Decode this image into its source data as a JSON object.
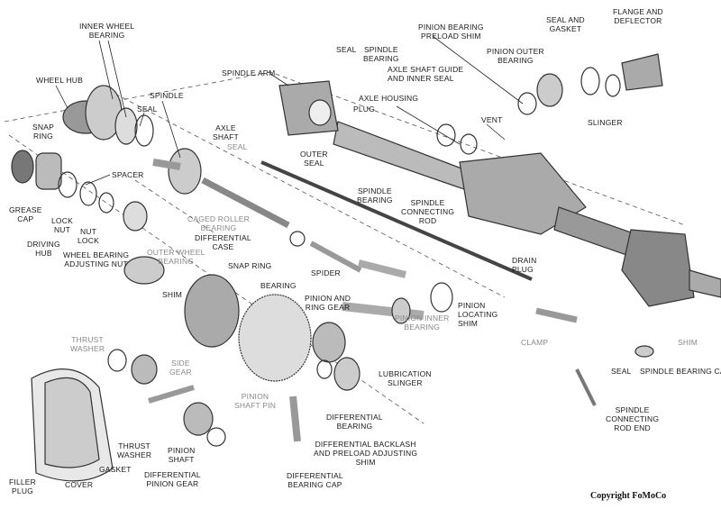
{
  "labels": {
    "inner_wheel_bearing": "INNER WHEEL\nBEARING",
    "wheel_hub": "WHEEL HUB",
    "spindle": "SPINDLE",
    "seal_hub": "SEAL",
    "snap_ring_hub": "SNAP\nRING",
    "spacer": "SPACER",
    "grease_cap": "GREASE\nCAP",
    "lock_nut": "LOCK\nNUT",
    "nut_lock": "NUT\nLOCK",
    "driving_hub": "DRIVING\nHUB",
    "wheel_bearing_adjusting_nut": "WHEEL BEARING\nADJUSTING NUT",
    "outer_wheel_bearing": "OUTER WHEEL\nBEARING",
    "caged_roller_bearing": "CAGED ROLLER\nBEARING",
    "differential_case": "DIFFERENTIAL\nCASE",
    "axle_shaft": "AXLE\nSHAFT",
    "seal_axle": "SEAL",
    "spindle_arm": "SPINDLE ARM",
    "seal_top": "SEAL",
    "spindle_bearing_top": "SPINDLE\nBEARING",
    "axle_shaft_guide": "AXLE SHAFT GUIDE\nAND INNER SEAL",
    "axle_housing": "AXLE HOUSING",
    "plug": "PLUG",
    "outer_seal": "OUTER\nSEAL",
    "spindle_bearing_lower": "SPINDLE\nBEARING",
    "spindle_connecting_rod": "SPINDLE\nCONNECTING\nROD",
    "pinion_bearing_preload_shim": "PINION BEARING\nPRELOAD SHIM",
    "seal_and_gasket": "SEAL AND\nGASKET",
    "flange_and_deflector": "FLANGE AND\nDEFLECTOR",
    "pinion_outer_bearing": "PINION OUTER\nBEARING",
    "slinger": "SLINGER",
    "vent": "VENT",
    "snap_ring_spider": "SNAP RING",
    "spider": "SPIDER",
    "bearing": "BEARING",
    "drain_plug": "DRAIN\nPLUG",
    "pinion_and_ring_gear": "PINION AND\nRING GEAR",
    "pinion_locating_shim": "PINION\nLOCATING\nSHIM",
    "shim_left": "SHIM",
    "pinion_inner_bearing": "PINION INNER\nBEARING",
    "clamp": "CLAMP",
    "shim_right": "SHIM",
    "thrust_washer_top": "THRUST\nWASHER",
    "side_gear": "SIDE\nGEAR",
    "pinion_shaft_pin": "PINION\nSHAFT PIN",
    "lubrication_slinger": "LUBRICATION\nSLINGER",
    "differential_bearing": "DIFFERENTIAL\nBEARING",
    "seal_right": "SEAL",
    "spindle_bearing_cap": "SPINDLE BEARING CAP",
    "spindle_connecting_rod_end": "SPINDLE\nCONNECTING\nROD END",
    "thrust_washer_bottom": "THRUST\nWASHER",
    "pinion_shaft": "PINION\nSHAFT",
    "gasket": "GASKET",
    "differential_pinion_gear": "DIFFERENTIAL\nPINION GEAR",
    "differential_backlash_shim": "DIFFERENTIAL BACKLASH\nAND PRELOAD ADJUSTING\nSHIM",
    "differential_bearing_cap": "DIFFERENTIAL\nBEARING CAP",
    "filler_plug": "FILLER\nPLUG",
    "cover": "COVER"
  },
  "copyright": "Copyright FoMoCo"
}
